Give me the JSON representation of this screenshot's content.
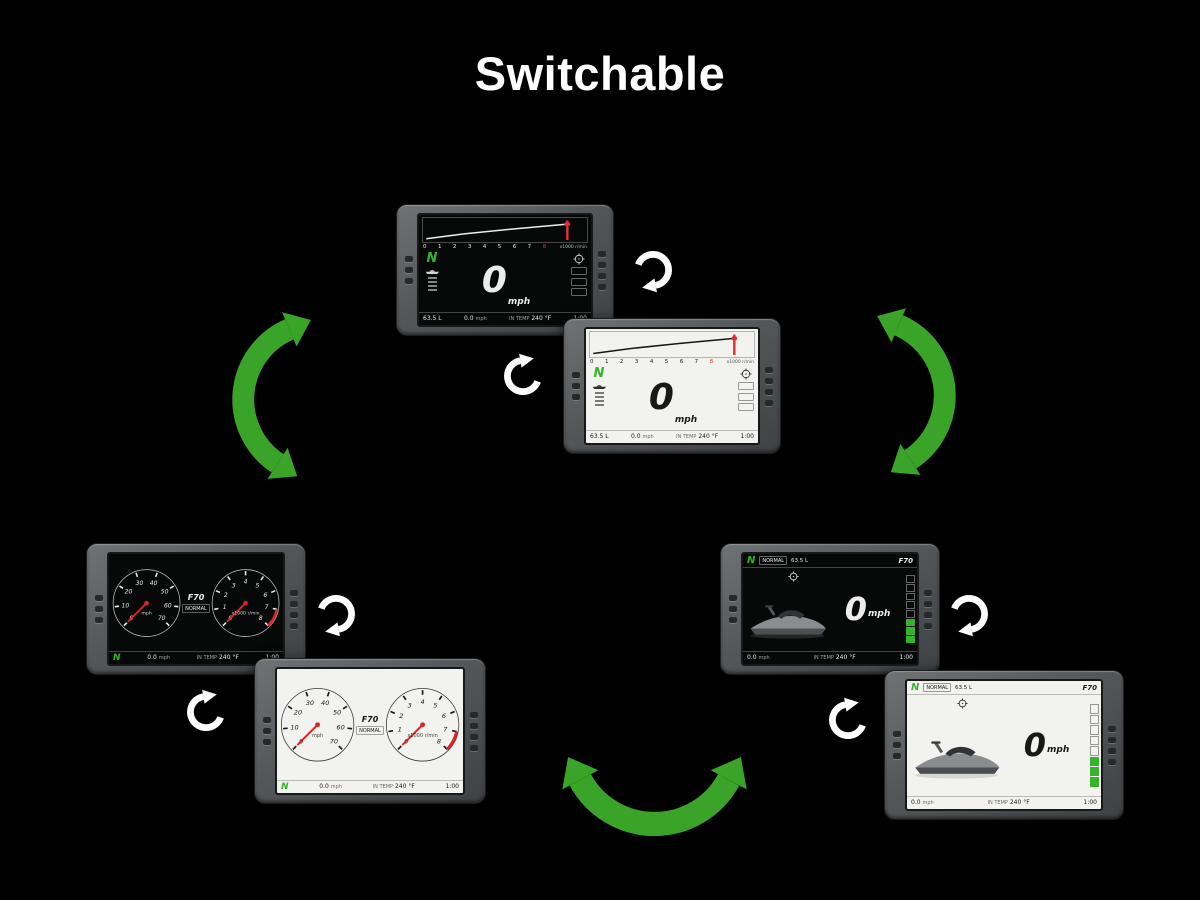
{
  "title": "Switchable",
  "colors": {
    "background": "#000000",
    "arrow_green": "#3aa428",
    "arrow_white": "#ffffff",
    "display_green": "#35b32a",
    "needle_red": "#d82626"
  },
  "status_bar": {
    "fuel": "63.5 L",
    "trip_speed": "0.0",
    "trip_unit": "mph",
    "temp_label": "IN TEMP",
    "temp_value": "240 °F",
    "time": "1:00"
  },
  "cluster": {
    "gear_indicator": "N",
    "speed_value": "0",
    "speed_unit": "mph",
    "mode_label": "NORMAL",
    "logo": "F70",
    "tach_unit": "x1000 r/min",
    "tach_ticks": [
      "0",
      "1",
      "2",
      "3",
      "4",
      "5",
      "6",
      "7",
      "8"
    ]
  },
  "gauges": {
    "speedo": {
      "labels": [
        "0",
        "10",
        "20",
        "30",
        "40",
        "50",
        "60",
        "70"
      ],
      "center_label": "mph",
      "needle_index": 0
    },
    "tach": {
      "labels": [
        "0",
        "1",
        "2",
        "3",
        "4",
        "5",
        "6",
        "7",
        "8"
      ],
      "center_label": "x1000 r/min",
      "needle_index": 0,
      "redzone_start_index": 7
    }
  }
}
